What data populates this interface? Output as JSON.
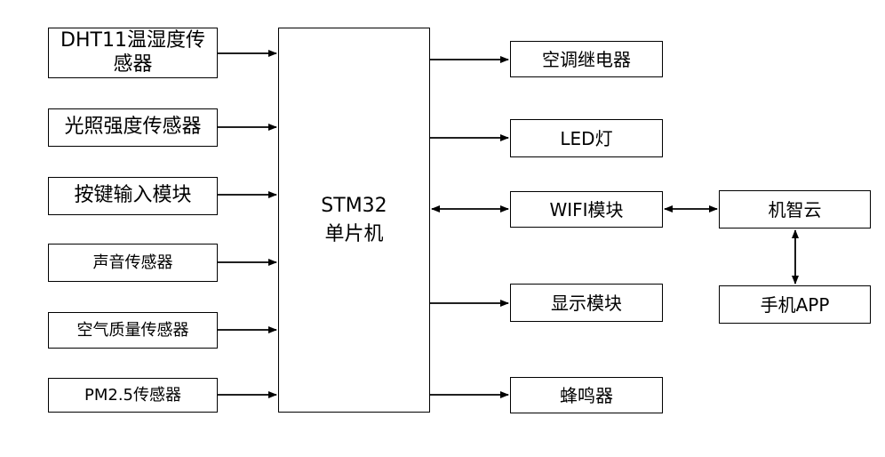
{
  "inputs": [
    {
      "id": "dht11",
      "label_line1": "DHT11温湿度传",
      "label_line2": "感器"
    },
    {
      "id": "light",
      "label": "光照强度传感器"
    },
    {
      "id": "keys",
      "label": "按键输入模块"
    },
    {
      "id": "sound",
      "label": "声音传感器"
    },
    {
      "id": "air",
      "label": "空气质量传感器"
    },
    {
      "id": "pm25",
      "label": "PM2.5传感器"
    }
  ],
  "mcu": {
    "line1": "STM32",
    "line2": "单片机"
  },
  "outputs": [
    {
      "id": "aircon",
      "label": "空调继电器"
    },
    {
      "id": "led",
      "label": "LED灯"
    },
    {
      "id": "wifi",
      "label": "WIFI模块"
    },
    {
      "id": "display",
      "label": "显示模块"
    },
    {
      "id": "buzzer",
      "label": "蜂鸣器"
    }
  ],
  "cloud": {
    "label": "机智云"
  },
  "phone": {
    "label": "手机APP"
  }
}
